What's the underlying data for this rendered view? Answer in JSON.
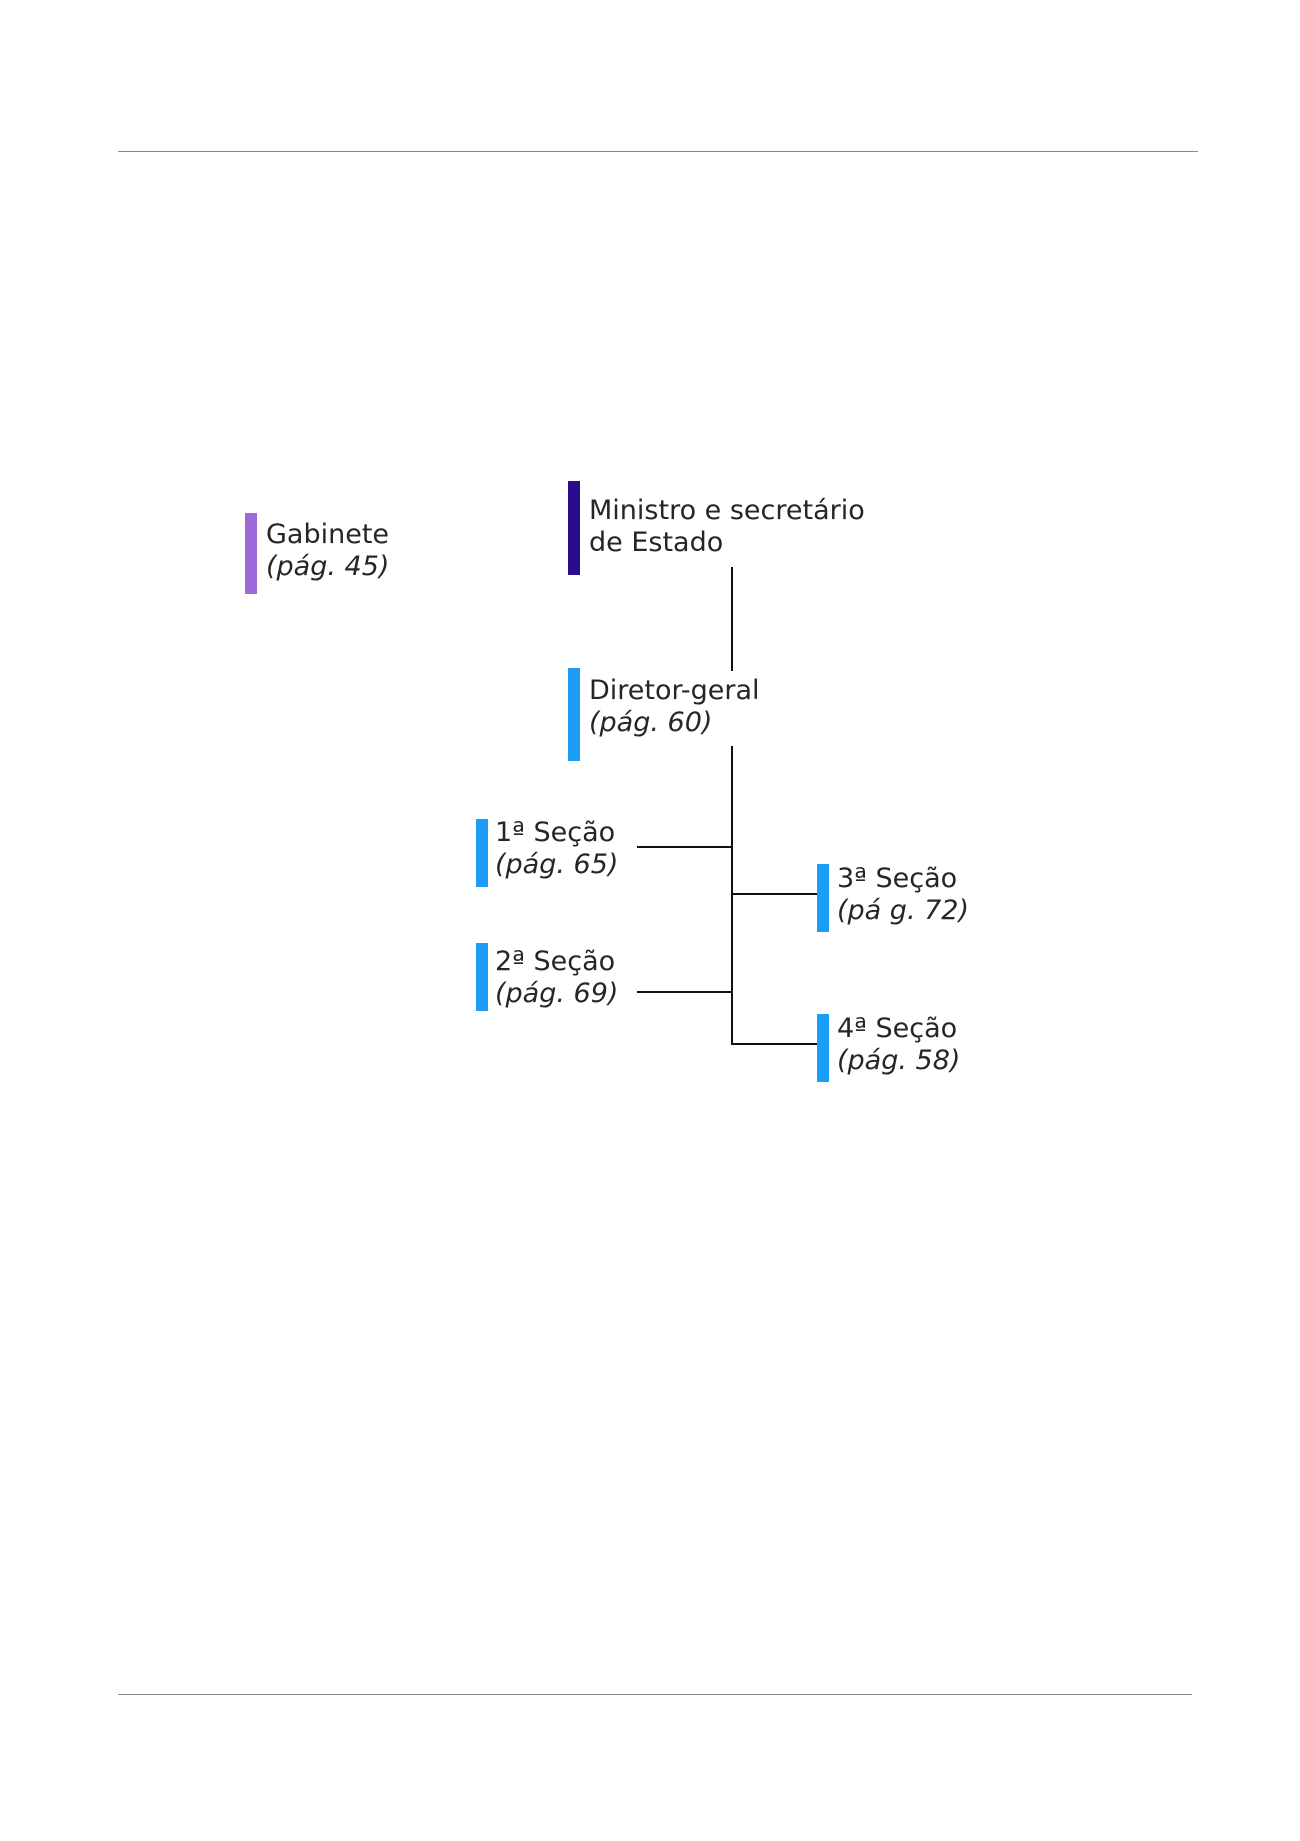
{
  "nodes": {
    "gabinete": {
      "title": "Gabinete",
      "page": "(pág. 45)"
    },
    "ministro": {
      "title_line1": "Ministro e secretário",
      "title_line2": "de Estado"
    },
    "diretor": {
      "title": "Diretor-geral",
      "page": "(pág. 60)"
    },
    "secao1": {
      "title": "1ª Seção",
      "page": "(pág. 65)"
    },
    "secao2": {
      "title": "2ª Seção",
      "page": "(pág. 69)"
    },
    "secao3": {
      "title": "3ª Seção",
      "page": "(pá g. 72)"
    },
    "secao4": {
      "title": "4ª Seção",
      "page": "(pág. 58)"
    }
  },
  "colors": {
    "gabinete": "#9b6ad8",
    "ministro": "#2a0d8e",
    "secao": "#1a9cf7"
  }
}
